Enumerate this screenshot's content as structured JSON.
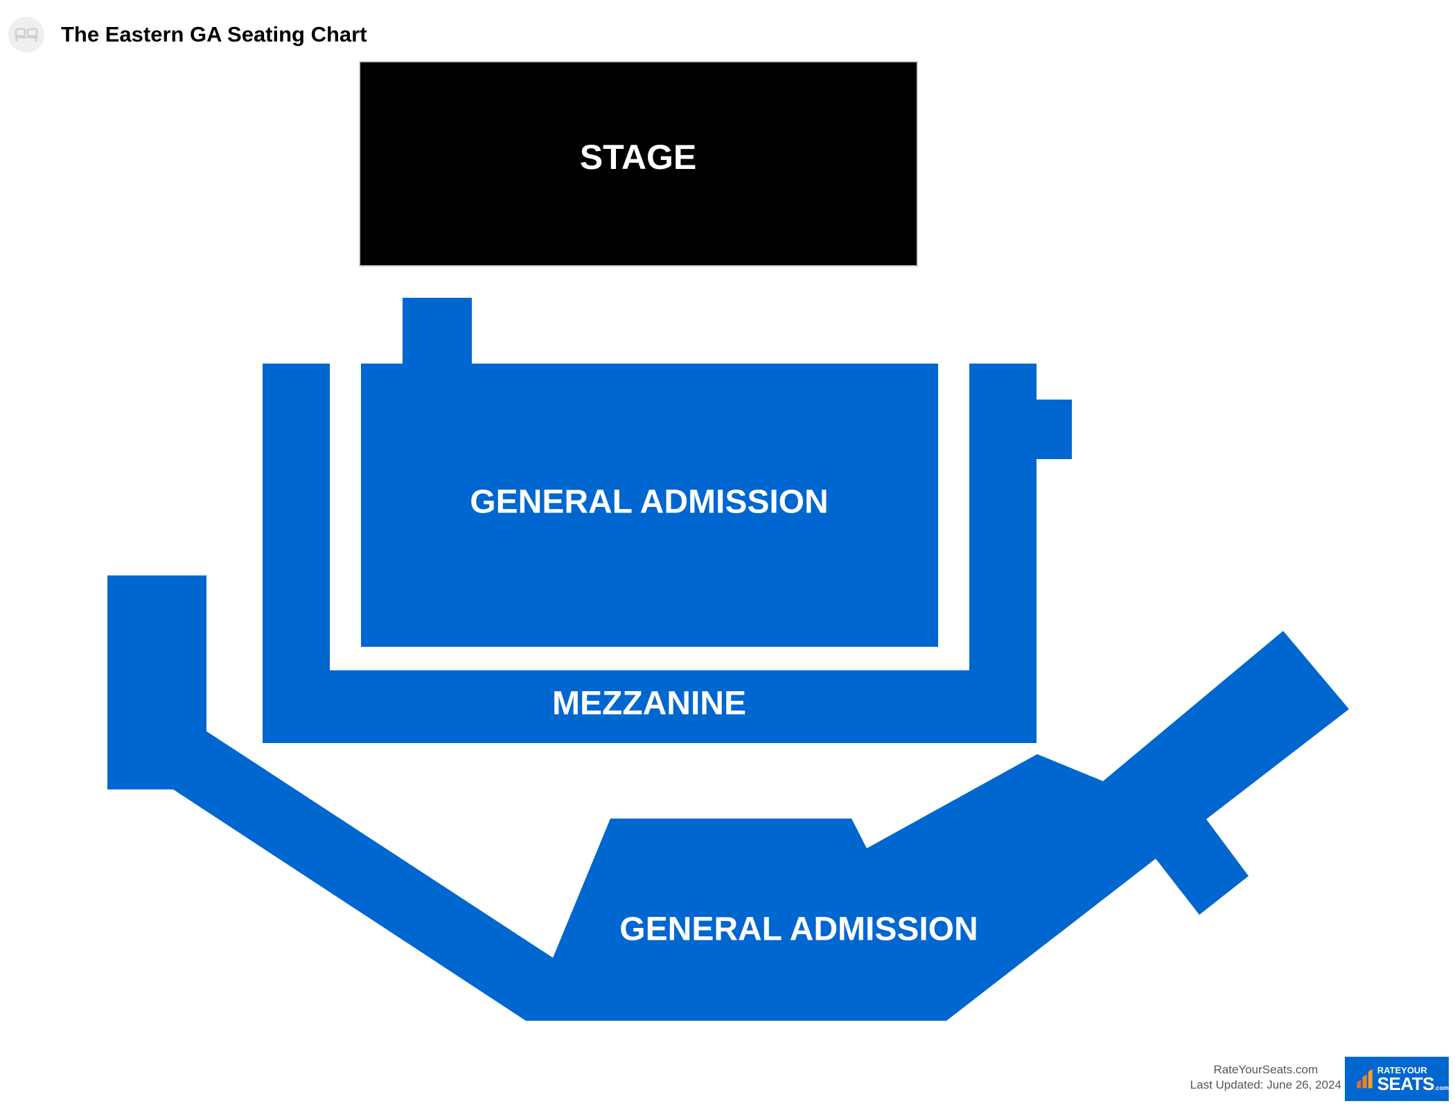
{
  "page": {
    "title": "The Eastern GA Seating Chart",
    "icon": "seat-icon"
  },
  "map": {
    "colors": {
      "stage": "#000000",
      "section": "#0066d0",
      "label": "#ffffff"
    },
    "labels": {
      "stage": "STAGE",
      "general_admission_floor": "GENERAL ADMISSION",
      "mezzanine": "MEZZANINE",
      "general_admission_lower": "GENERAL ADMISSION"
    }
  },
  "footer": {
    "site": "RateYourSeats.com",
    "updated": "Last Updated: June 26, 2024",
    "logo_top": "RATEYOUR",
    "logo_bottom": "SEATS",
    "logo_suffix": ".com",
    "logo_bar_colors": [
      "#f26b21",
      "#f58220",
      "#f9a11b"
    ]
  }
}
